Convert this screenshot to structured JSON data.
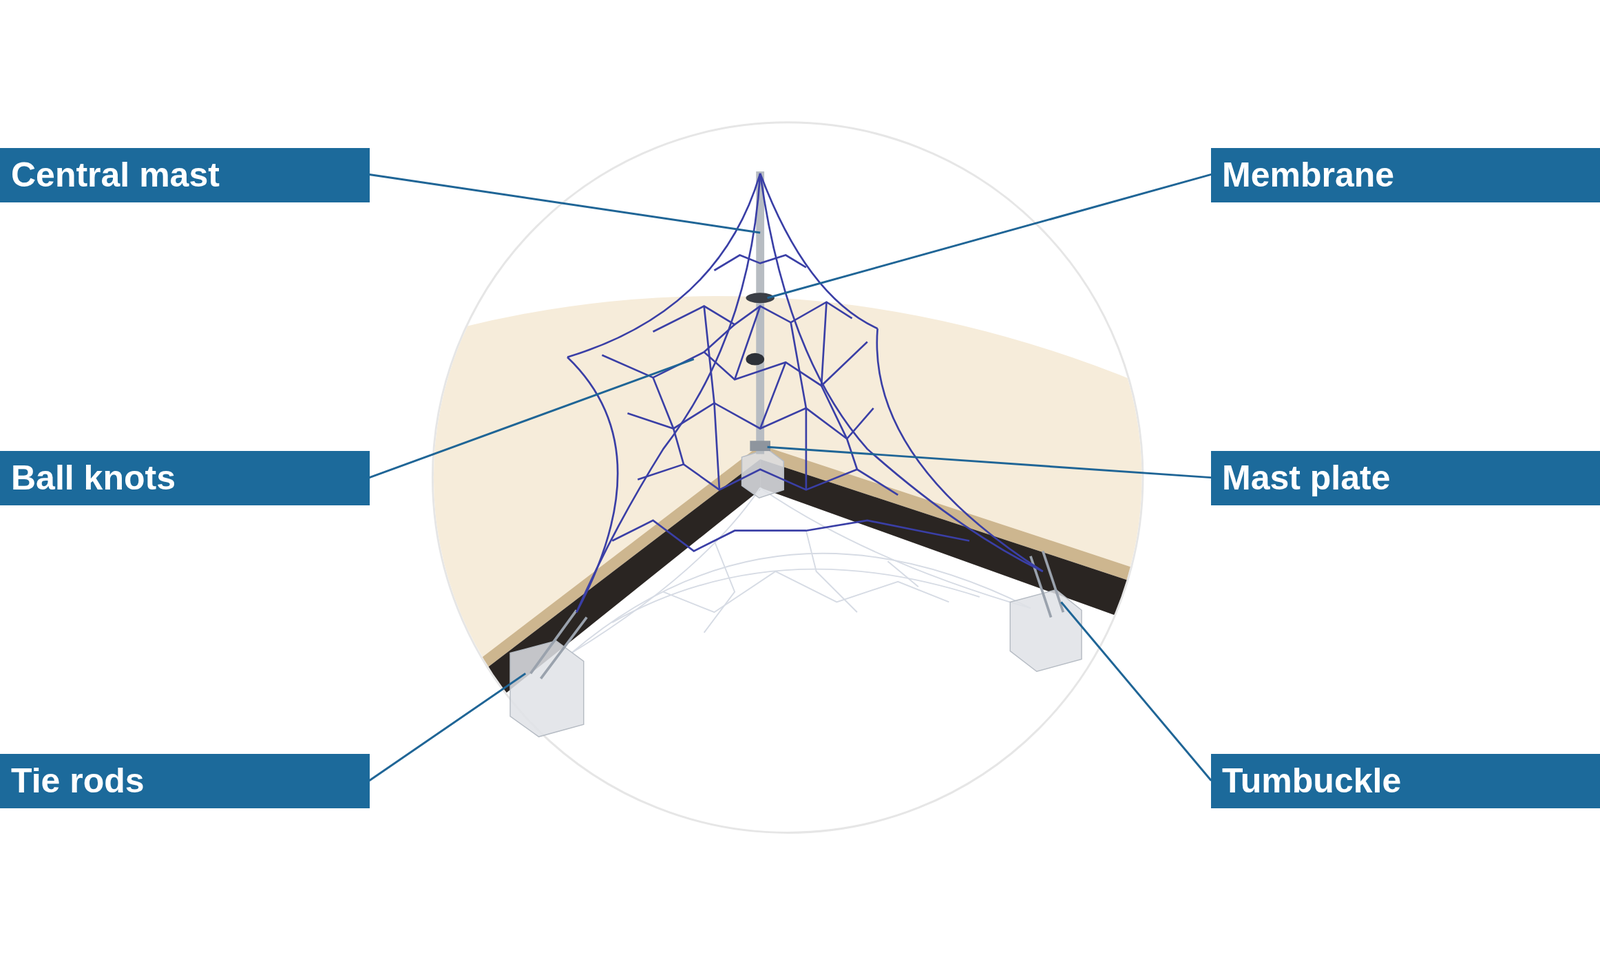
{
  "diagram": {
    "nodes": [
      {
        "text": [
          "Central mast"
        ]
      },
      {
        "text": [
          "Membrane"
        ]
      },
      {
        "text": [
          "Ball knots"
        ]
      },
      {
        "text": [
          "Mast plate"
        ]
      },
      {
        "text": [
          "Tie rods"
        ]
      },
      {
        "text": [
          "Tumbuckle"
        ]
      }
    ]
  }
}
